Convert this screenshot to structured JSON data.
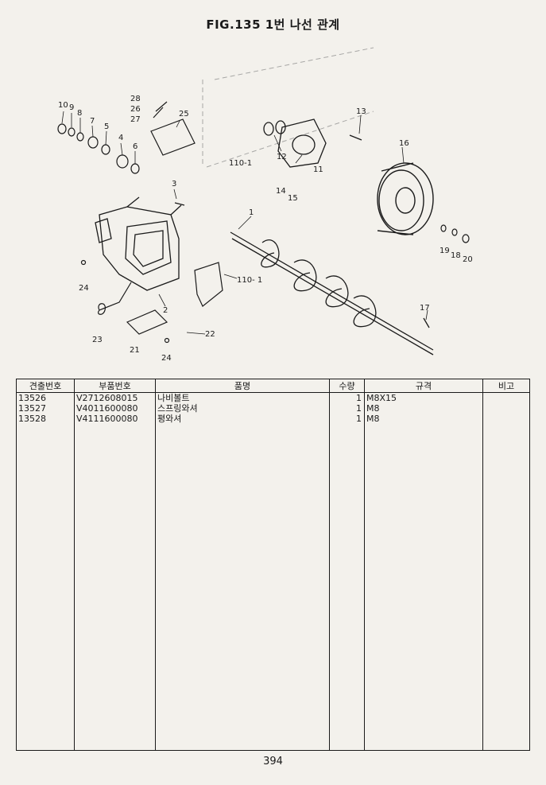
{
  "title": "FIG.135 1번 나선 관계",
  "callouts": {
    "c1": "1",
    "c2": "2",
    "c3": "3",
    "c4": "4",
    "c5": "5",
    "c6": "6",
    "c7": "7",
    "c8": "8",
    "c9": "9",
    "c10": "10",
    "c11": "11",
    "c12": "12",
    "c13": "13",
    "c14": "14",
    "c15": "15",
    "c16": "16",
    "c17": "17",
    "c18": "18",
    "c19": "19",
    "c20": "20",
    "c21": "21",
    "c22": "22",
    "c23": "23",
    "c24a": "24",
    "c24b": "24",
    "c25": "25",
    "c26": "26",
    "c27": "27",
    "c28": "28",
    "c110a": "110-1",
    "c110b": "110- 1"
  },
  "table": {
    "headers": [
      "견출번호",
      "부품번호",
      "품명",
      "수량",
      "규격",
      "비고"
    ],
    "rows": [
      {
        "ref": "13526",
        "part": "V2712608015",
        "name": "나비볼트",
        "qty": "1",
        "spec": "M8X15",
        "note": ""
      },
      {
        "ref": "13527",
        "part": "V4011600080",
        "name": "스프링와셔",
        "qty": "1",
        "spec": "M8",
        "note": ""
      },
      {
        "ref": "13528",
        "part": "V4111600080",
        "name": "평와셔",
        "qty": "1",
        "spec": "M8",
        "note": ""
      }
    ]
  },
  "page_number": "394"
}
